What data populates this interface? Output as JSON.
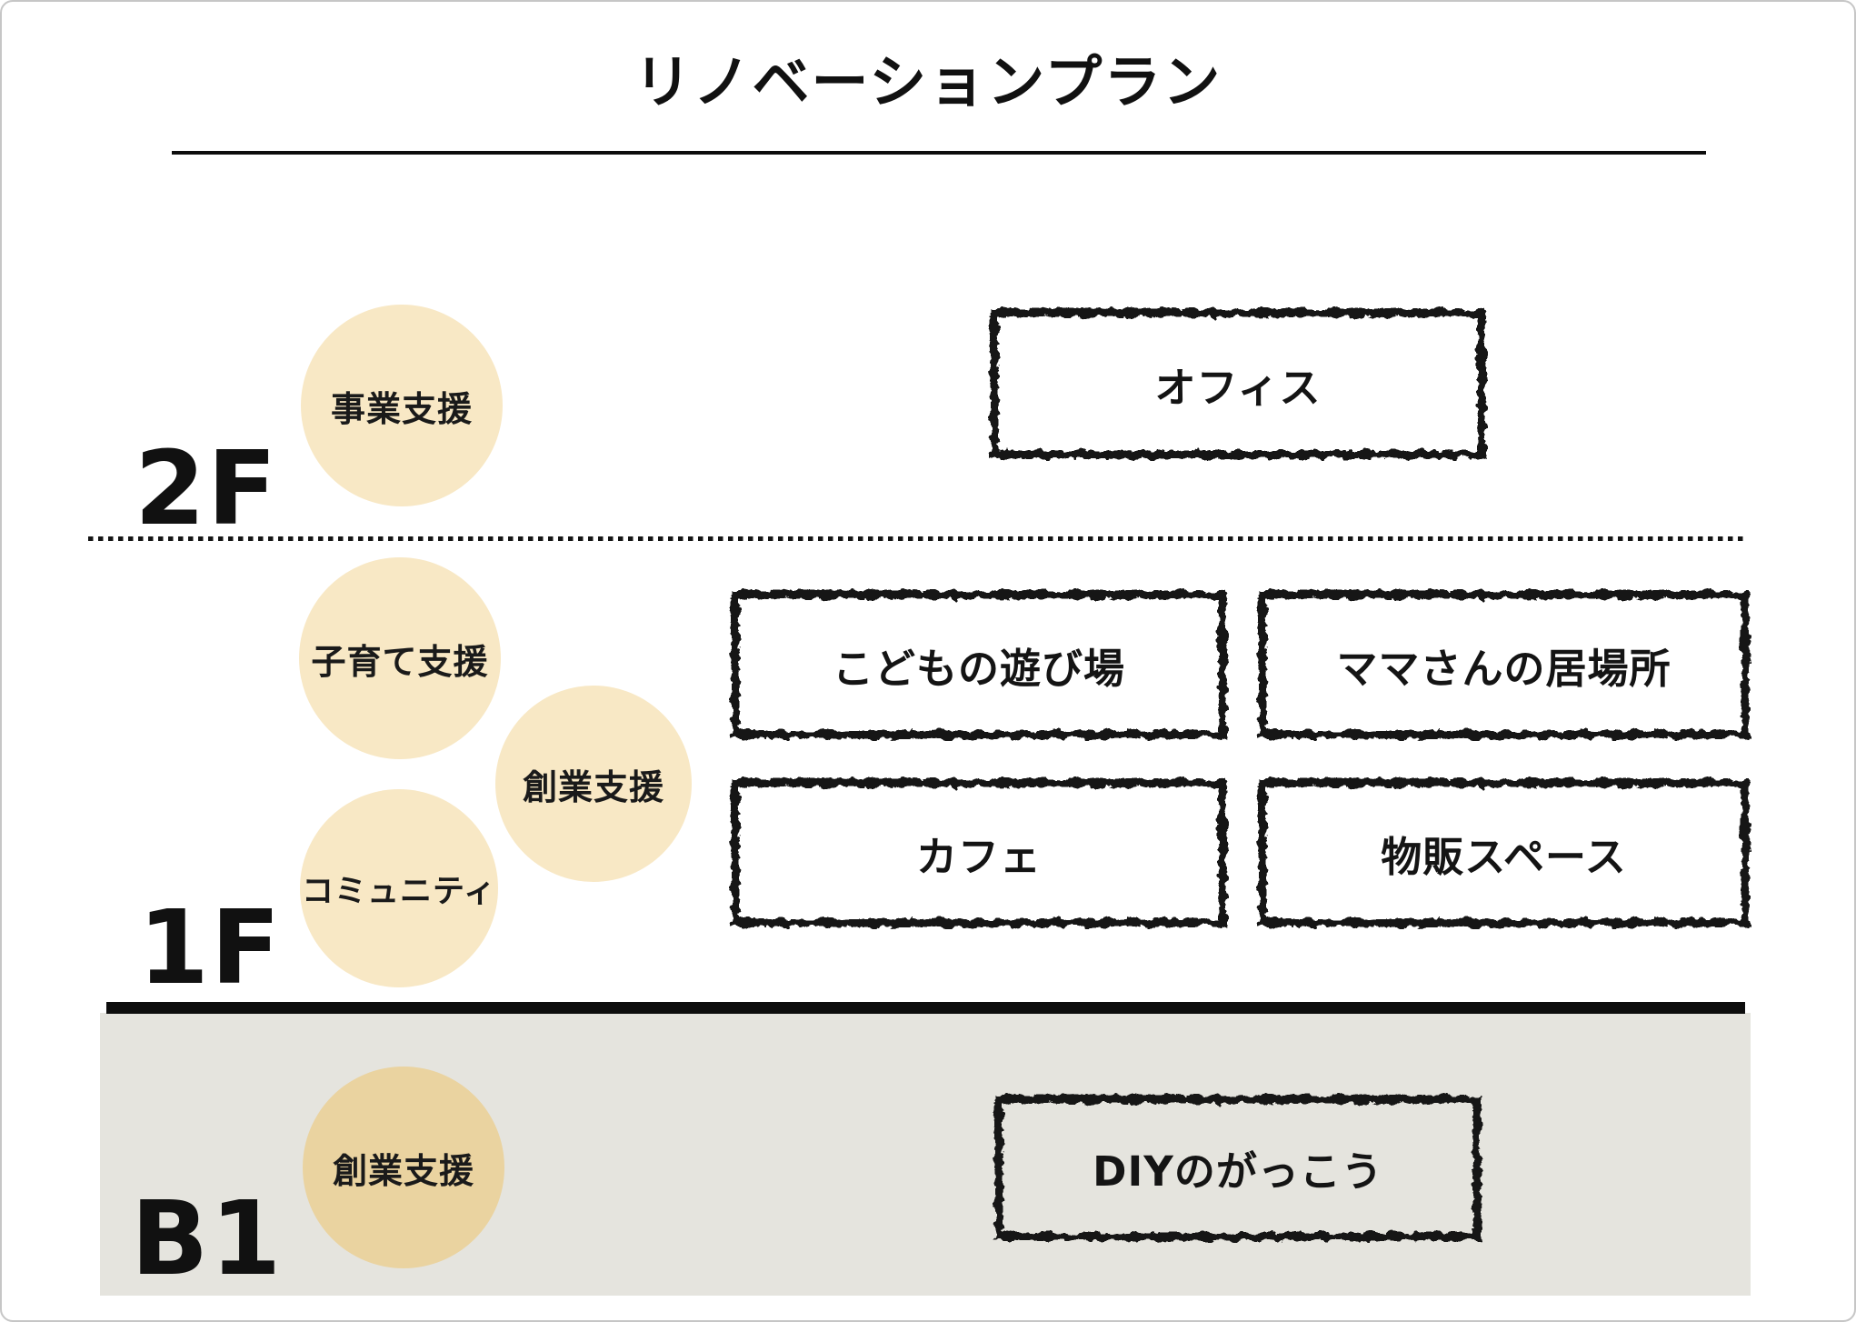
{
  "page": {
    "title": "リノベーションプラン"
  },
  "floors": [
    {
      "id": "2F",
      "label": "2F",
      "themes": [
        {
          "label": "事業支援"
        }
      ],
      "rooms": [
        {
          "label": "オフィス"
        }
      ]
    },
    {
      "id": "1F",
      "label": "1F",
      "themes": [
        {
          "label": "子育て支援"
        },
        {
          "label": "創業支援"
        },
        {
          "label": "コミュニティ"
        }
      ],
      "rooms": [
        {
          "label": "こどもの遊び場"
        },
        {
          "label": "ママさんの居場所"
        },
        {
          "label": "カフェ"
        },
        {
          "label": "物販スペース"
        }
      ]
    },
    {
      "id": "B1",
      "label": "B1",
      "themes": [
        {
          "label": "創業支援"
        }
      ],
      "rooms": [
        {
          "label": "DIYのがっこう"
        }
      ]
    }
  ],
  "colors": {
    "theme_circle_fill": "#F8E8C5",
    "basement_circle_fill": "#EAD3A0",
    "basement_background": "#E5E4DE",
    "ink": "#141414"
  }
}
